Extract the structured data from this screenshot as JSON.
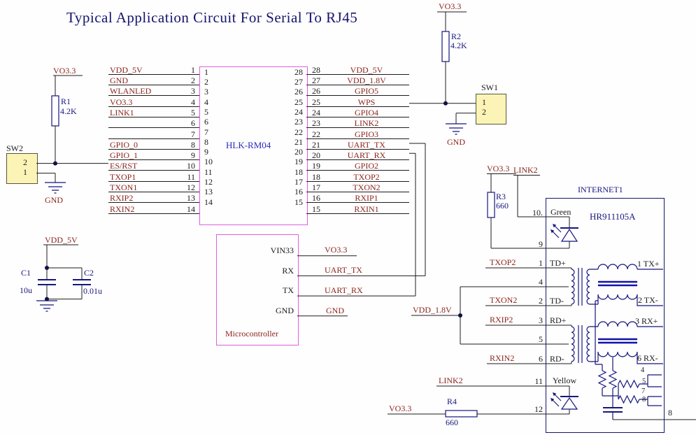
{
  "title": "Typical Application Circuit For Serial To RJ45",
  "colors": {
    "net_label": "#8b241c",
    "component_outline": "#16167e",
    "wire": "#1c1c1c",
    "ic_border": "#df5fdf",
    "switch_fill": "#fcf4b6",
    "core_bar": "#1212a8",
    "title": "#14146e"
  },
  "ic": {
    "name": "HLK-RM04",
    "left_pins": [
      {
        "num": "1",
        "label": "VDD_5V"
      },
      {
        "num": "2",
        "label": "GND"
      },
      {
        "num": "3",
        "label": "WLANLED"
      },
      {
        "num": "4",
        "label": "VO3.3"
      },
      {
        "num": "5",
        "label": "LINK1"
      },
      {
        "num": "6",
        "label": ""
      },
      {
        "num": "7",
        "label": ""
      },
      {
        "num": "8",
        "label": "GPIO_0"
      },
      {
        "num": "9",
        "label": "GPIO_1"
      },
      {
        "num": "10",
        "label": "ES/RST"
      },
      {
        "num": "11",
        "label": "TXOP1"
      },
      {
        "num": "12",
        "label": "TXON1"
      },
      {
        "num": "13",
        "label": "RXIP2"
      },
      {
        "num": "14",
        "label": "RXIN2"
      }
    ],
    "right_pins": [
      {
        "num": "28",
        "label": "VDD_5V"
      },
      {
        "num": "27",
        "label": "VDD_1.8V"
      },
      {
        "num": "26",
        "label": "GPIO5"
      },
      {
        "num": "25",
        "label": "WPS"
      },
      {
        "num": "24",
        "label": "GPIO4"
      },
      {
        "num": "23",
        "label": "LINK2"
      },
      {
        "num": "22",
        "label": "GPIO3"
      },
      {
        "num": "21",
        "label": "UART_TX"
      },
      {
        "num": "20",
        "label": "UART_RX"
      },
      {
        "num": "19",
        "label": "GPIO2"
      },
      {
        "num": "18",
        "label": "TXOP2"
      },
      {
        "num": "17",
        "label": "TXON2"
      },
      {
        "num": "16",
        "label": "RXIP1"
      },
      {
        "num": "15",
        "label": "RXIN1"
      }
    ]
  },
  "micro": {
    "name": "Microcontroller",
    "pins": [
      "VIN33",
      "RX",
      "TX",
      "GND"
    ],
    "nets": [
      "VO3.3",
      "UART_TX",
      "UART_RX",
      "GND"
    ]
  },
  "resistors": {
    "r1": {
      "name": "R1",
      "value": "4.2K"
    },
    "r2": {
      "name": "R2",
      "value": "4.2K"
    },
    "r3": {
      "name": "R3",
      "value": "660"
    },
    "r4": {
      "name": "R4",
      "value": "660"
    }
  },
  "capacitors": {
    "c1": {
      "name": "C1",
      "value": "10u"
    },
    "c2": {
      "name": "C2",
      "value": "0.01u"
    }
  },
  "switches": {
    "sw1": {
      "name": "SW1",
      "pin_top": "1",
      "pin_bottom": "2"
    },
    "sw2": {
      "name": "SW2",
      "pin_top": "2",
      "pin_bottom": "1"
    }
  },
  "nets": {
    "vo3_3": "VO3.3",
    "vdd_5v": "VDD_5V",
    "vdd_1_8v": "VDD_1.8V",
    "gnd": "GND",
    "link2": "LINK2",
    "txop2": "TXOP2",
    "txon2": "TXON2",
    "rxip2": "RXIP2",
    "rxin2": "RXIN2"
  },
  "rj45": {
    "designator": "INTERNET1",
    "part": "HR911105A",
    "pin_numbers": [
      "10.",
      "9",
      "1",
      "4",
      "2",
      "3",
      "5",
      "6",
      "11",
      "12"
    ],
    "winding_labels": {
      "td_p": "TD+",
      "td_n": "TD-",
      "rd_p": "RD+",
      "rd_n": "RD-"
    },
    "right_labels": {
      "tx_p": "1 TX+",
      "tx_n": "2 TX-",
      "rx_p": "3 RX+",
      "rx_n": "6 RX-"
    },
    "termination_pins": [
      "4",
      "5",
      "7",
      "8"
    ],
    "exit_pin": "8",
    "leds": {
      "green": "Green",
      "yellow": "Yellow"
    }
  }
}
